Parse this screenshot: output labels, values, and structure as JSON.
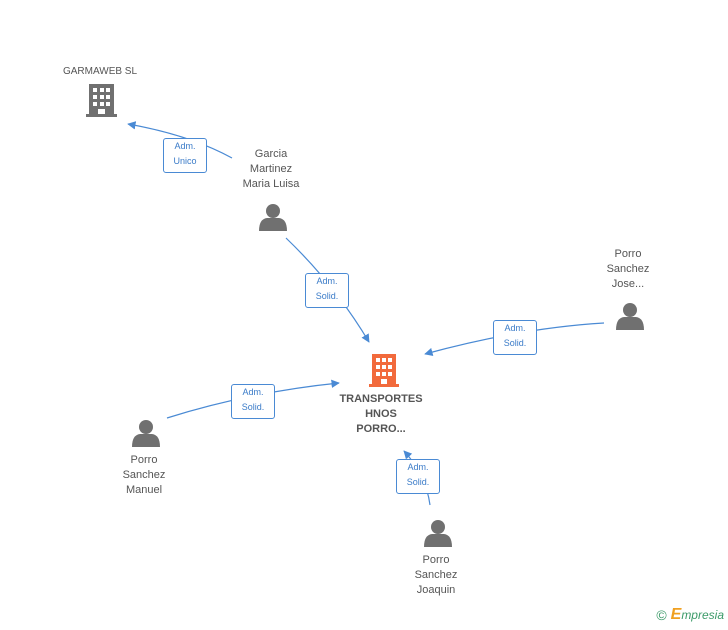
{
  "colors": {
    "edge": "#4a8ad4",
    "main_company": "#f26a3c",
    "node_gray": "#707070",
    "label_text": "#555555"
  },
  "nodes": {
    "main": {
      "label": "TRANSPORTES\nHNOS\nPORRO...",
      "icon": "building-icon"
    },
    "garmaweb": {
      "label": "GARMAWEB SL",
      "icon": "building-icon"
    },
    "garcia": {
      "label": "Garcia\nMartinez\nMaria Luisa",
      "icon": "person-icon"
    },
    "porro_jose": {
      "label": "Porro\nSanchez\nJose...",
      "icon": "person-icon"
    },
    "porro_manuel": {
      "label": "Porro\nSanchez\nManuel",
      "icon": "person-icon"
    },
    "porro_joaquin": {
      "label": "Porro\nSanchez\nJoaquin",
      "icon": "person-icon"
    }
  },
  "relations": {
    "garcia_garmaweb": "Adm.\nUnico",
    "garcia_main": "Adm.\nSolid.",
    "jose_main": "Adm.\nSolid.",
    "manuel_main": "Adm.\nSolid.",
    "joaquin_main": "Adm.\nSolid."
  },
  "footer": {
    "copyright": "©",
    "brand_initial": "E",
    "brand_rest": "mpresia"
  }
}
